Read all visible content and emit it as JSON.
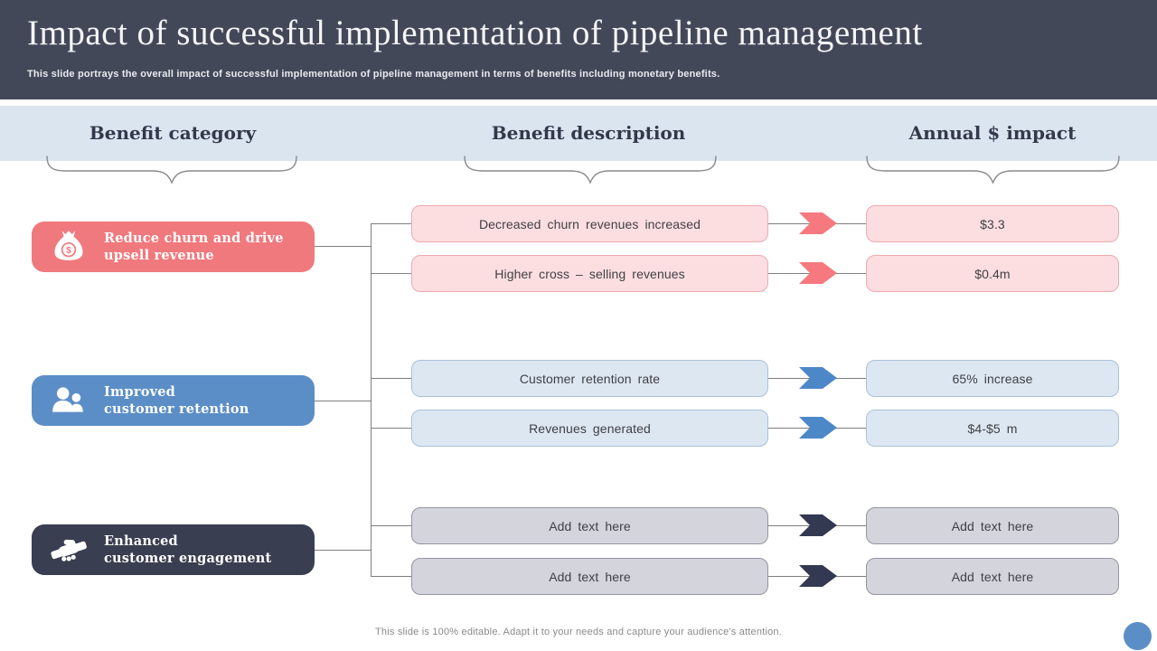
{
  "slide": {
    "title": "Impact of successful implementation of pipeline management",
    "subtitle": "This slide portrays the overall impact of successful implementation of pipeline management in terms of benefits including monetary benefits.",
    "footer": "This slide is 100% editable. Adapt it to your needs and capture your audience's attention."
  },
  "columns": {
    "category": "Benefit category",
    "description": "Benefit description",
    "impact": "Annual $ impact"
  },
  "categories": [
    {
      "line1": "Reduce churn and drive",
      "line2": "upsell revenue",
      "icon": "money-bag-icon",
      "color": "#f0797e"
    },
    {
      "line1": "Improved",
      "line2": "customer retention",
      "icon": "people-icon",
      "color": "#5b8ec6"
    },
    {
      "line1": "Enhanced",
      "line2": "customer engagement",
      "icon": "handshake-icon",
      "color": "#3a3e51"
    }
  ],
  "rows": [
    {
      "description": "Decreased churn revenues increased",
      "impact": "$3.3",
      "theme": "pink"
    },
    {
      "description": "Higher cross – selling revenues",
      "impact": "$0.4m",
      "theme": "pink"
    },
    {
      "description": "Customer retention rate",
      "impact": "65% increase",
      "theme": "blue"
    },
    {
      "description": "Revenues generated",
      "impact": "$4-$5 m",
      "theme": "blue"
    },
    {
      "description": "Add text here",
      "impact": "Add text here",
      "theme": "gray"
    },
    {
      "description": "Add text here",
      "impact": "Add text here",
      "theme": "gray"
    }
  ],
  "colors": {
    "header_bg": "#434859",
    "band_bg": "#dbe5f0",
    "salmon": "#f0797e",
    "pink_fill": "#fcdee1",
    "pink_border": "#f0aaae",
    "blue": "#5b8ec6",
    "blue_fill": "#dde7f2",
    "blue_border": "#a9c1d9",
    "navy": "#3a3e51",
    "gray_fill": "#d4d4dd",
    "gray_border": "#9595a1",
    "connector_line": "#7f7f7f",
    "corner_circle": "#5b8ec6"
  }
}
